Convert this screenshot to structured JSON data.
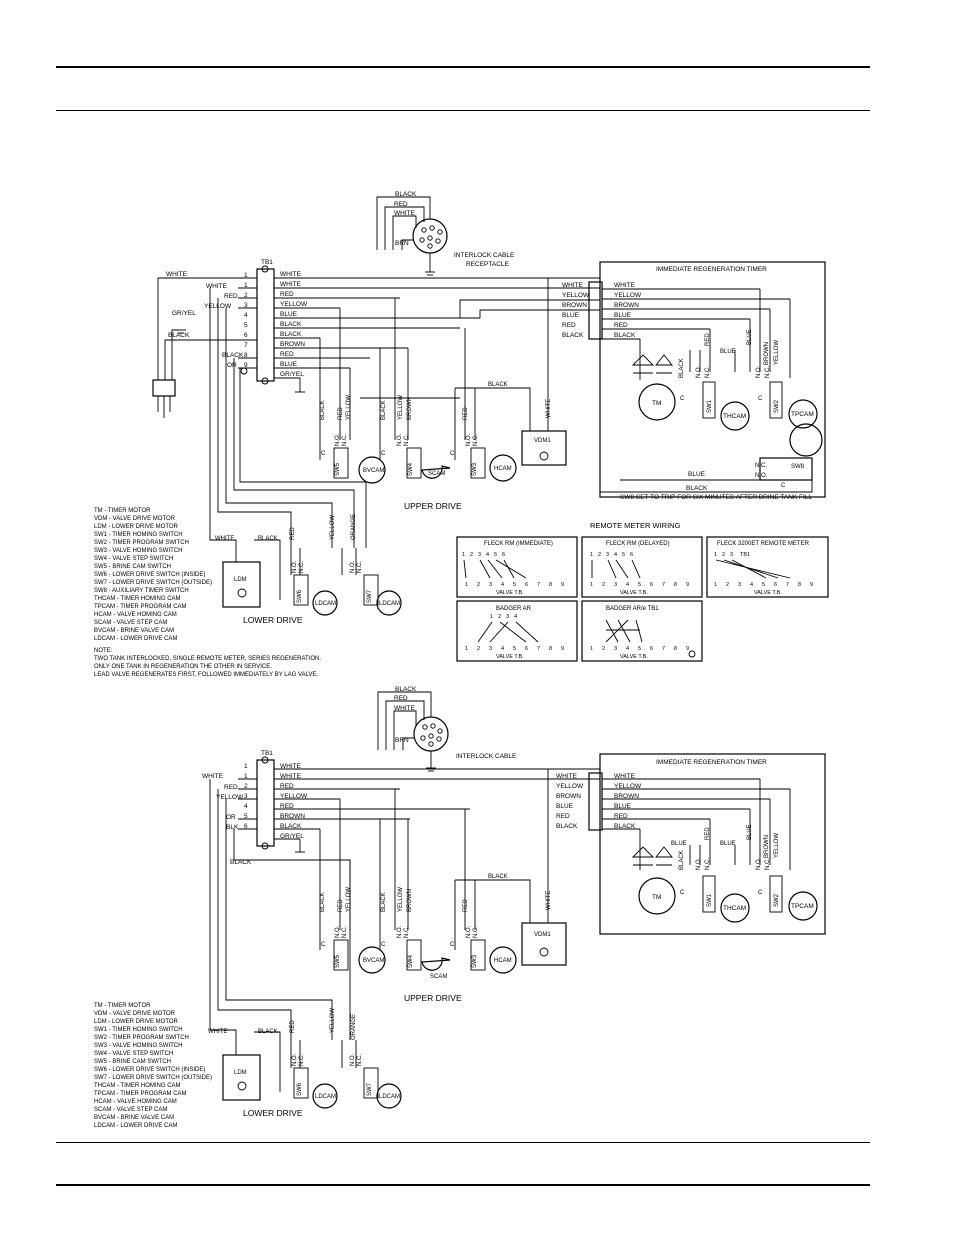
{
  "diagram1": {
    "interlock_title": "INTERLOCK CABLE",
    "interlock_subtitle": "RECEPTACLE",
    "interlock_wires": [
      "BLACK",
      "RED",
      "WHITE",
      "BRN"
    ],
    "timer_title": "IMMEDIATE REGENERATION TIMER",
    "tb1": "TB1",
    "tb_left": [
      "WHITE",
      "WHITE",
      "RED",
      "YELLOW",
      "",
      "",
      "BLACK",
      "",
      "BLACK",
      "OR"
    ],
    "tb_right": [
      "WHITE",
      "WHITE",
      "RED",
      "YELLOW",
      "BLUE",
      "BLACK",
      "BLACK",
      "BROWN",
      "RED",
      "BLUE",
      "GR/YEL"
    ],
    "tb_nums": [
      "1",
      "1",
      "2",
      "3",
      "4",
      "5",
      "6",
      "7",
      "8",
      "9"
    ],
    "cord_labels": [
      "WHITE",
      "GR/YEL",
      "BLACK"
    ],
    "timer_left": [
      "WHITE",
      "YELLOW",
      "BROWN",
      "BLUE",
      "RED",
      "BLACK"
    ],
    "timer_right": [
      "WHITE",
      "YELLOW",
      "BROWN",
      "BLUE",
      "RED",
      "BLACK"
    ],
    "upper_drive": "UPPER DRIVE",
    "lower_drive": "LOWER DRIVE",
    "sw8_note": "SW8 SET TO TRIP FOR SIX MINUTES AFTER BRINE TANK FILL",
    "components": {
      "tm": "TM",
      "thcam": "THCAM",
      "tpcam": "TPCAM",
      "sw1": "SW1",
      "sw2": "SW2",
      "sw3": "SW3",
      "sw4": "SW4",
      "sw5": "SW5",
      "sw6": "SW6",
      "sw7": "SW7",
      "sw8": "SW8",
      "bvcam": "BVCAM",
      "scam": "SCAM",
      "hcam": "HCAM",
      "vdm": "VDM1",
      "ldm": "LDM",
      "ldcam": "LDCAM"
    },
    "wire_labels": {
      "black": "BLACK",
      "red": "RED",
      "yellow": "YELLOW",
      "blue": "BLUE",
      "brown": "BROWN",
      "white": "WHITE",
      "orange": "ORANGE",
      "no": "N.O.",
      "nc": "N.C.",
      "c": "C"
    },
    "legend": [
      "TM - TIMER MOTOR",
      "VDM - VALVE DRIVE MOTOR",
      "LDM - LOWER DRIVE MOTOR",
      "SW1 - TIMER HOMING SWITCH",
      "SW2 - TIMER PROGRAM SWITCH",
      "SW3 - VALVE HOMING SWITCH",
      "SW4 - VALVE STEP SWITCH",
      "SW5 - BRINE CAM SWITCH",
      "SW6 - LOWER DRIVE SWITCH (INSIDE)",
      "SW7 - LOWER DRIVE SWITCH (OUTSIDE)",
      "SW8 - AUXILIARY TIMER SWITCH",
      "THCAM - TIMER HOMING CAM",
      "TPCAM - TIMER PROGRAM CAM",
      "HCAM - VALVE HOMING CAM",
      "SCAM - VALVE STEP CAM",
      "BVCAM - BRINE VALVE CAM",
      "LDCAM - LOWER DRIVE CAM"
    ],
    "notes": [
      "NOTE:",
      "TWO TANK INTERLOCKED, SINGLE REMOTE METER, SERIES REGENERATION.",
      "ONLY ONE TANK IN REGENERATION THE OTHER IN SERVICE.",
      "LEAD VALVE REGENERATES FIRST, FOLLOWED IMMEDIATELY BY LAG VALVE."
    ],
    "remote_meter_title": "REMOTE METER WIRING",
    "meter_boxes": [
      "FLECK RM (IMMEDIATE)",
      "FLECK RM (DELAYED)",
      "FLECK 3200ET REMOTE METER",
      "BADGER AR",
      "BADGER AR/e TB1"
    ],
    "meter_tb1": "TB1",
    "valve_tb": "VALVE T.B.",
    "meter_top_nums": [
      "1",
      "2",
      "3",
      "4",
      "5",
      "6"
    ],
    "meter_bottom_nums": [
      "1",
      "2",
      "3",
      "4",
      "5",
      "6",
      "7",
      "8",
      "9"
    ]
  },
  "diagram2": {
    "interlock_title": "INTERLOCK CABLE",
    "interlock_wires": [
      "BLACK",
      "RED",
      "WHITE",
      "BRN"
    ],
    "timer_title": "IMMEDIATE REGENERATION TIMER",
    "tb1": "TB1",
    "tb_left": [
      "",
      "WHITE",
      "RED",
      "YELLOW",
      "",
      "OR",
      "BLK"
    ],
    "tb_right": [
      "WHITE",
      "WHITE",
      "RED",
      "YELLOW",
      "RED",
      "BROWN",
      "BLACK",
      "GR/YEL"
    ],
    "tb_nums": [
      "1",
      "1",
      "2",
      "3",
      "4",
      "5",
      "6"
    ],
    "black_label": "BLACK",
    "timer_left": [
      "WHITE",
      "YELLOW",
      "BROWN",
      "BLUE",
      "RED",
      "BLACK"
    ],
    "timer_right": [
      "WHITE",
      "YELLOW",
      "BROWN",
      "BLUE",
      "RED",
      "BLACK"
    ],
    "upper_drive": "UPPER DRIVE",
    "lower_drive": "LOWER DRIVE",
    "legend": [
      "TM - TIMER MOTOR",
      "VDM - VALVE DRIVE MOTOR",
      "LDM - LOWER DRIVE MOTOR",
      "SW1 - TIMER HOMING SWITCH",
      "SW2 - TIMER PROGRAM SWITCH",
      "SW3 - VALVE HOMING SWITCH",
      "SW4 - VALVE STEP SWITCH",
      "SW5 - BRINE CAM SWITCH",
      "SW6 - LOWER DRIVE SWITCH (INSIDE)",
      "SW7 - LOWER DRIVE SWITCH (OUTSIDE)",
      "THCAM - TIMER HOMING CAM",
      "TPCAM - TIMER PROGRAM CAM",
      "HCAM - VALVE HOMING CAM",
      "SCAM - VALVE STEP CAM",
      "BVCAM - BRINE VALVE CAM",
      "LDCAM - LOWER DRIVE CAM"
    ]
  }
}
